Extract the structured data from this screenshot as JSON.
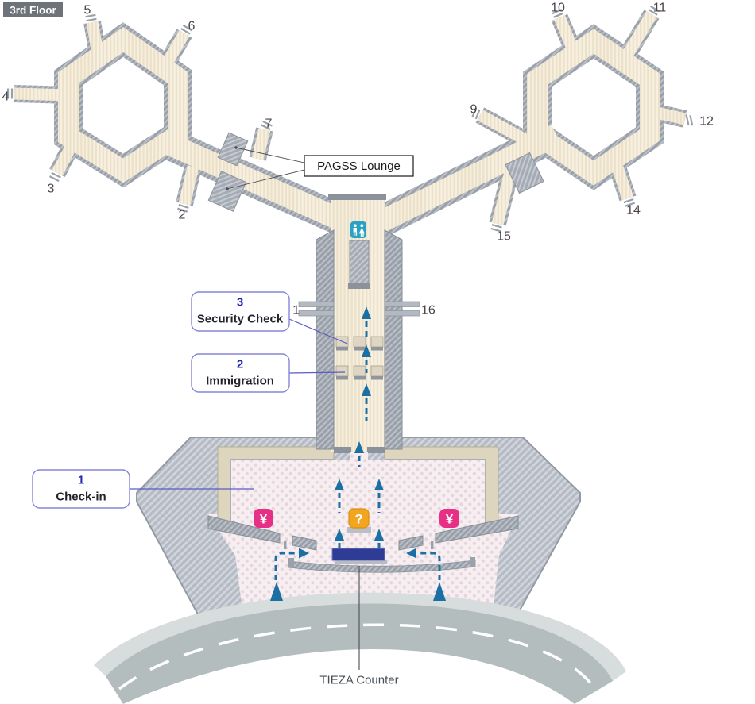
{
  "floor_label": "3rd Floor",
  "map": {
    "pagss_lounge": "PAGSS Lounge",
    "labels": {
      "security": {
        "number": "3",
        "text": "Security Check"
      },
      "immigration": {
        "number": "2",
        "text": "Immigration"
      },
      "checkin": {
        "number": "1",
        "text": "Check-in"
      }
    },
    "tieza_counter": "TIEZA Counter",
    "gates": {
      "g1": "1",
      "g2": "2",
      "g3": "3",
      "g4": "4",
      "g5": "5",
      "g6": "6",
      "g7": "7",
      "g9": "9",
      "g10": "10",
      "g11": "11",
      "g12": "12",
      "g14": "14",
      "g15": "15",
      "g16": "16"
    },
    "icons": {
      "currency_exchange": "¥",
      "information": "?"
    },
    "colors": {
      "walkway_arrow": "#1b6fa3",
      "currency_badge": "#e72f86",
      "info_badge": "#f2a51f",
      "tieza_bar": "#2e3c96",
      "restroom_icon": "#2aa2c4",
      "label_number": "#2329ae",
      "label_border": "#8585d8"
    }
  }
}
